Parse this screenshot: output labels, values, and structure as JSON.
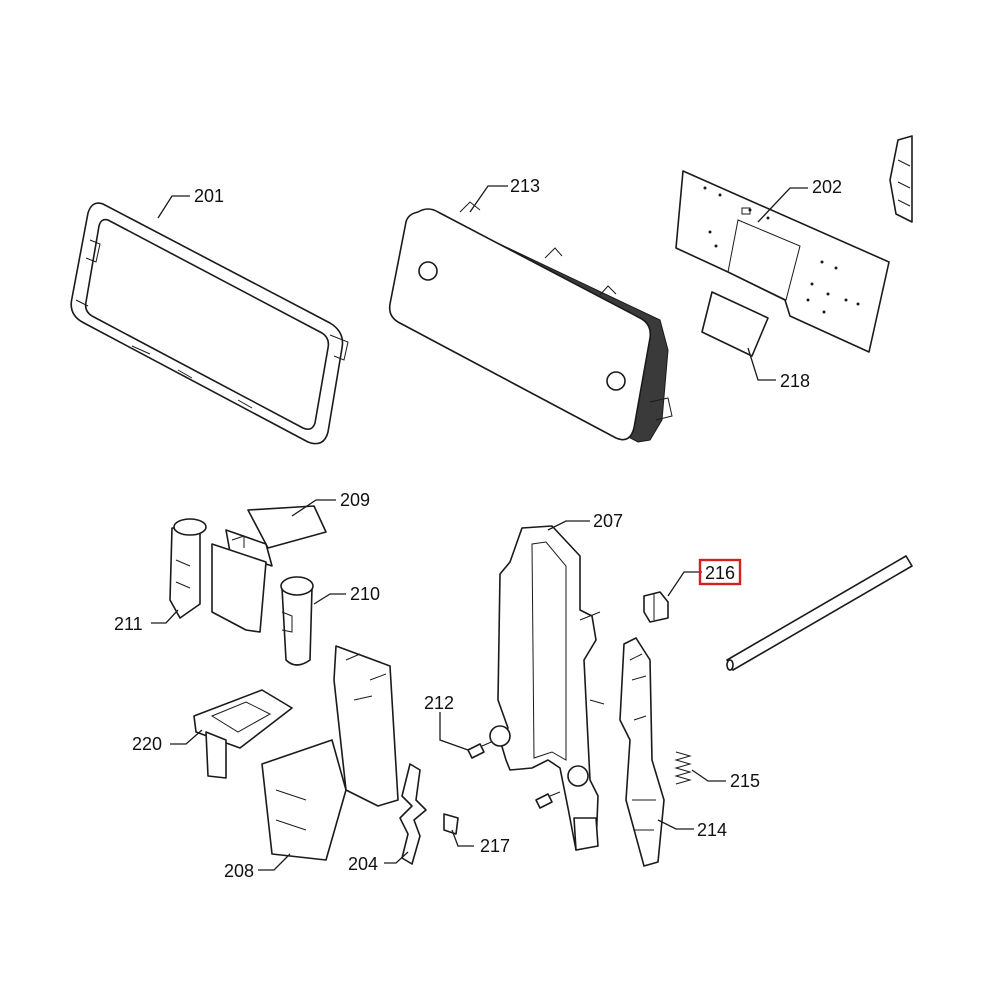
{
  "callouts": {
    "c201": "201",
    "c213": "213",
    "c202": "202",
    "c218": "218",
    "c209": "209",
    "c207": "207",
    "c216": "216",
    "c211": "211",
    "c210": "210",
    "c212": "212",
    "c215": "215",
    "c220": "220",
    "c214": "214",
    "c217": "217",
    "c208": "208",
    "c204": "204"
  },
  "highlight": {
    "part": "216",
    "color": "#d42020"
  }
}
